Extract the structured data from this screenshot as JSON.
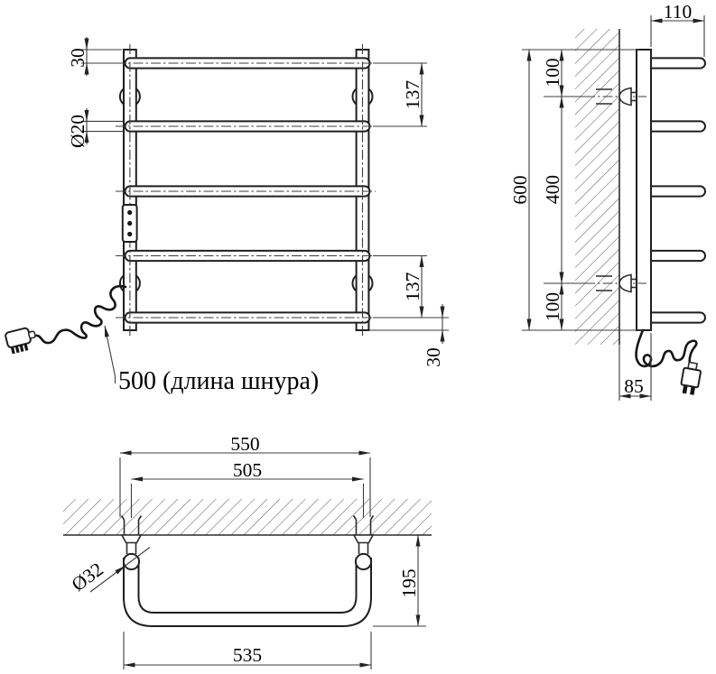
{
  "drawing": {
    "subject": "electric heated towel rail, ladder type, 5 bars, three-view technical drawing",
    "front": {
      "offset_top": "30",
      "tube_dia": "Ø20",
      "pitch_upper": "137",
      "pitch_lower": "137",
      "offset_bottom": "30",
      "cord_label": "500 (длина шнура)"
    },
    "side": {
      "depth": "110",
      "height": "600",
      "mount_span": "400",
      "mount_top": "100",
      "mount_bottom": "100",
      "cord_offset": "85"
    },
    "top": {
      "overall_width": "550",
      "mount_centers": "505",
      "stand_dia": "Ø32",
      "wall_depth": "195",
      "tube_width": "535"
    }
  }
}
